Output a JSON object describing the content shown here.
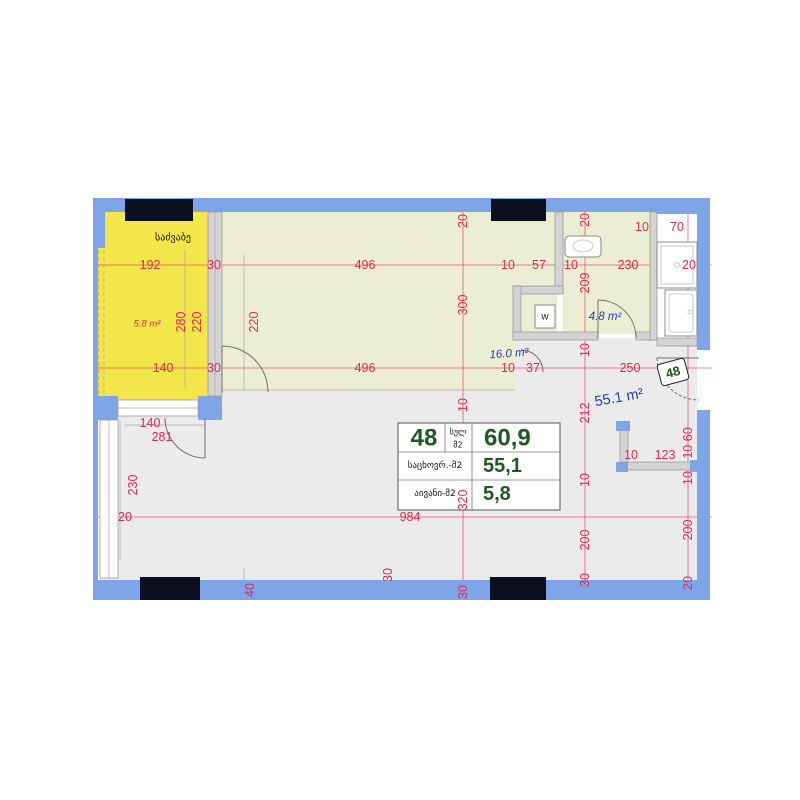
{
  "plan": {
    "apartment_badge": "48",
    "rooms": {
      "balcony_label": "საძვაბე",
      "balcony_area": "5.8 m²",
      "bathroom_area": "4.8 m²",
      "wc_label": "w",
      "upper_zone_area": "16.0 m²",
      "living_area": "55.1 m²"
    },
    "dimensions": [
      "192",
      "280",
      "220",
      "140",
      "30",
      "30",
      "496",
      "496",
      "220",
      "20",
      "300",
      "10",
      "57",
      "10",
      "20",
      "209",
      "230",
      "20",
      "10",
      "70",
      "10",
      "37",
      "10",
      "250",
      "10",
      "212",
      "10 60",
      "10",
      "123",
      "10",
      "10",
      "320",
      "200",
      "200",
      "30",
      "20",
      "140",
      "281",
      "230",
      "20",
      "984",
      "40",
      "30",
      "30"
    ]
  },
  "summary": {
    "apartment_number": "48",
    "total_label_line1": "სულ",
    "total_label_line2": "მ2",
    "total_value": "60,9",
    "living_label": "საცხოვრ.-მ2",
    "living_value": "55,1",
    "balcony_label": "აივანი-მ2",
    "balcony_value": "5,8"
  },
  "colors": {
    "wall": "#7ea5e8",
    "balcony_fill": "#f3e64b",
    "upper_floor": "#eceed4",
    "lower_floor": "#ebebeb",
    "dimension_red": "#e2294f",
    "area_blue": "#1f3fa8",
    "summary_green": "#1e5a1e",
    "window_dark": "#0b1020"
  }
}
